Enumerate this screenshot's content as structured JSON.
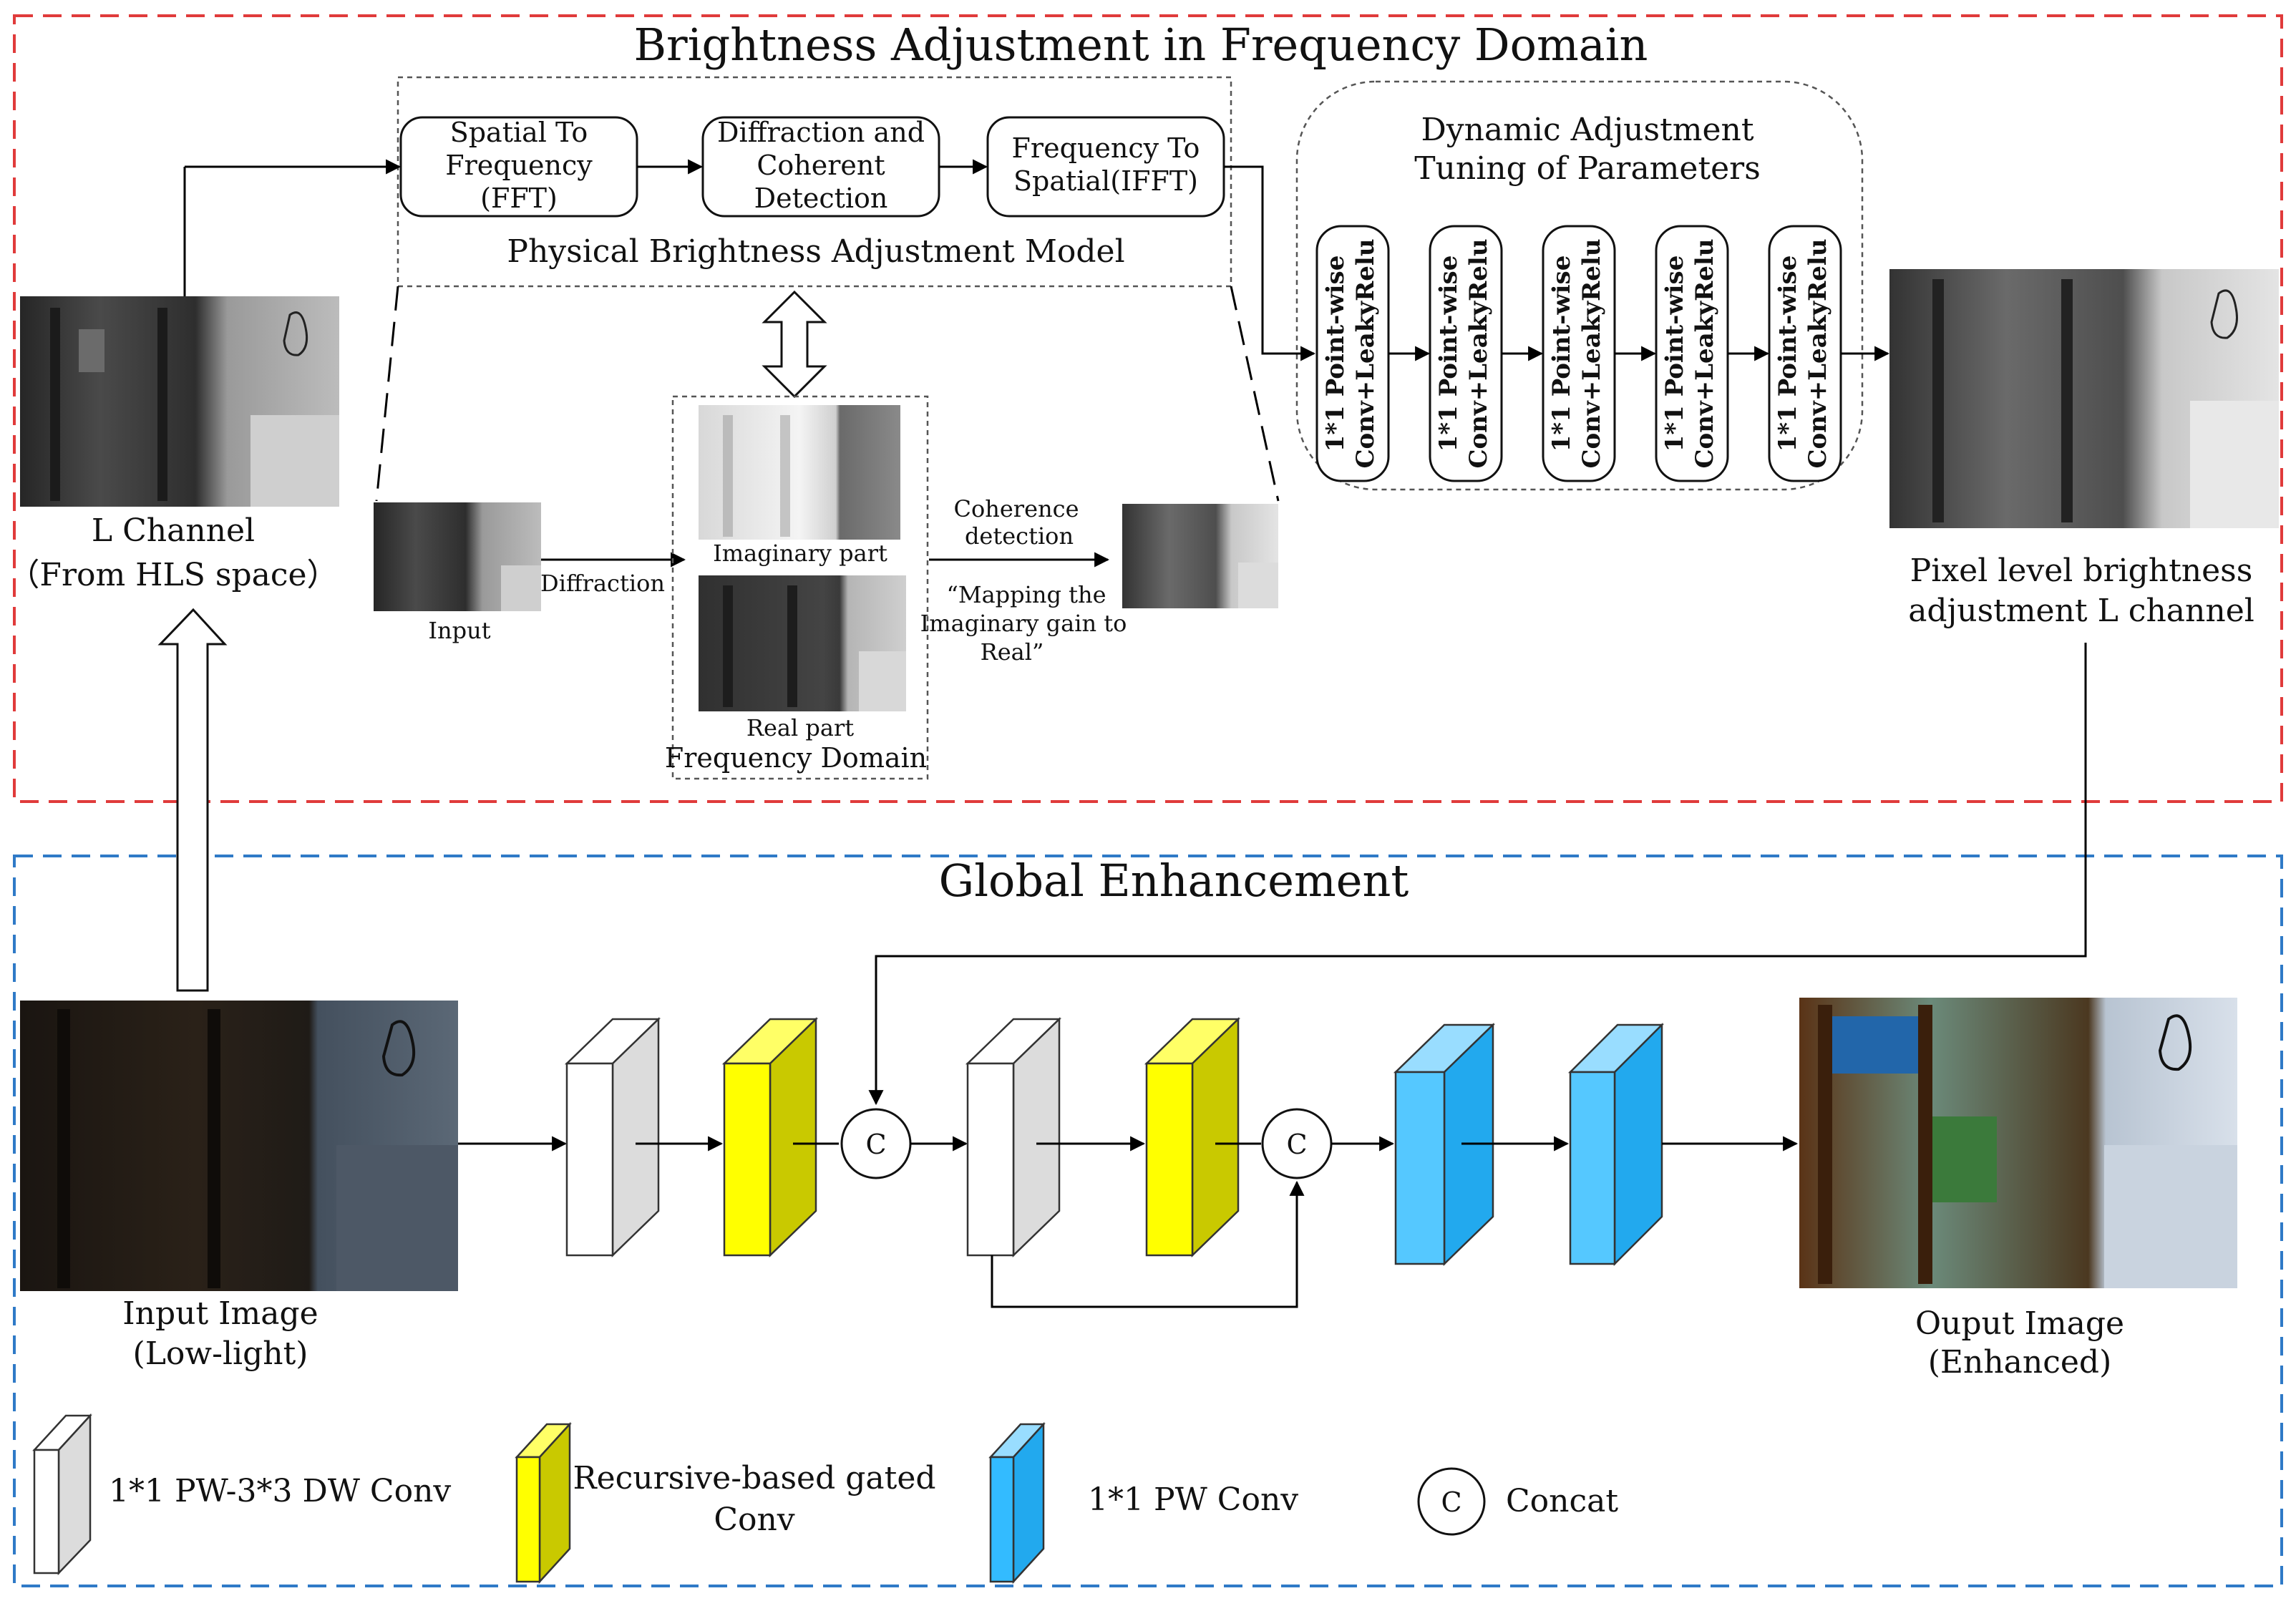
{
  "sections": {
    "top_title": "Brightness Adjustment in Frequency Domain",
    "bottom_title": "Global  Enhancement"
  },
  "colors": {
    "top_border": "#e03b3b",
    "bottom_border": "#2f7ac7",
    "gray_block": "#dcdcdc",
    "yellow_block": "#ffff00",
    "blue_block": "#33bbff",
    "arrow": "#000000"
  },
  "physical_model": {
    "title": "Physical Brightness Adjustment  Model",
    "box1": [
      "Spatial To",
      "Frequency",
      "(FFT)"
    ],
    "box2": [
      "Diffraction and",
      "Coherent",
      "Detection"
    ],
    "box3": [
      "Frequency To",
      "Spatial(IFFT)"
    ]
  },
  "dynamic": {
    "title": [
      "Dynamic Adjustment",
      "Tuning of Parameters"
    ],
    "pw_line1": "1*1 Point-wise",
    "pw_line2": "Conv+LeakyRelu"
  },
  "lchannel": {
    "label1": "L Channel",
    "label2": "（From HLS space）"
  },
  "detail": {
    "input_label": "Input",
    "diffraction_label": "Diffraction",
    "imaginary_label": "Imaginary part",
    "real_label": "Real part",
    "freq_domain_label": "Frequency Domain",
    "coherence_1": "Coherence",
    "coherence_2": "detection",
    "mapping_1": "“Mapping the",
    "mapping_2": "Imaginary gain to",
    "mapping_3": "Real”"
  },
  "pixel_level": {
    "line1": "Pixel level brightness",
    "line2": "adjustment L channel"
  },
  "global": {
    "input_line1": "Input Image",
    "input_line2": "(Low-light)",
    "output_line1": "Ouput Image",
    "output_line2": "(Enhanced)",
    "concat_symbol": "C"
  },
  "legend": {
    "pwdw": "1*1 PW-3*3 DW Conv",
    "gated_1": "Recursive-based gated",
    "gated_2": "Conv",
    "pw": "1*1 PW  Conv",
    "concat_symbol": "C",
    "concat": "Concat"
  }
}
